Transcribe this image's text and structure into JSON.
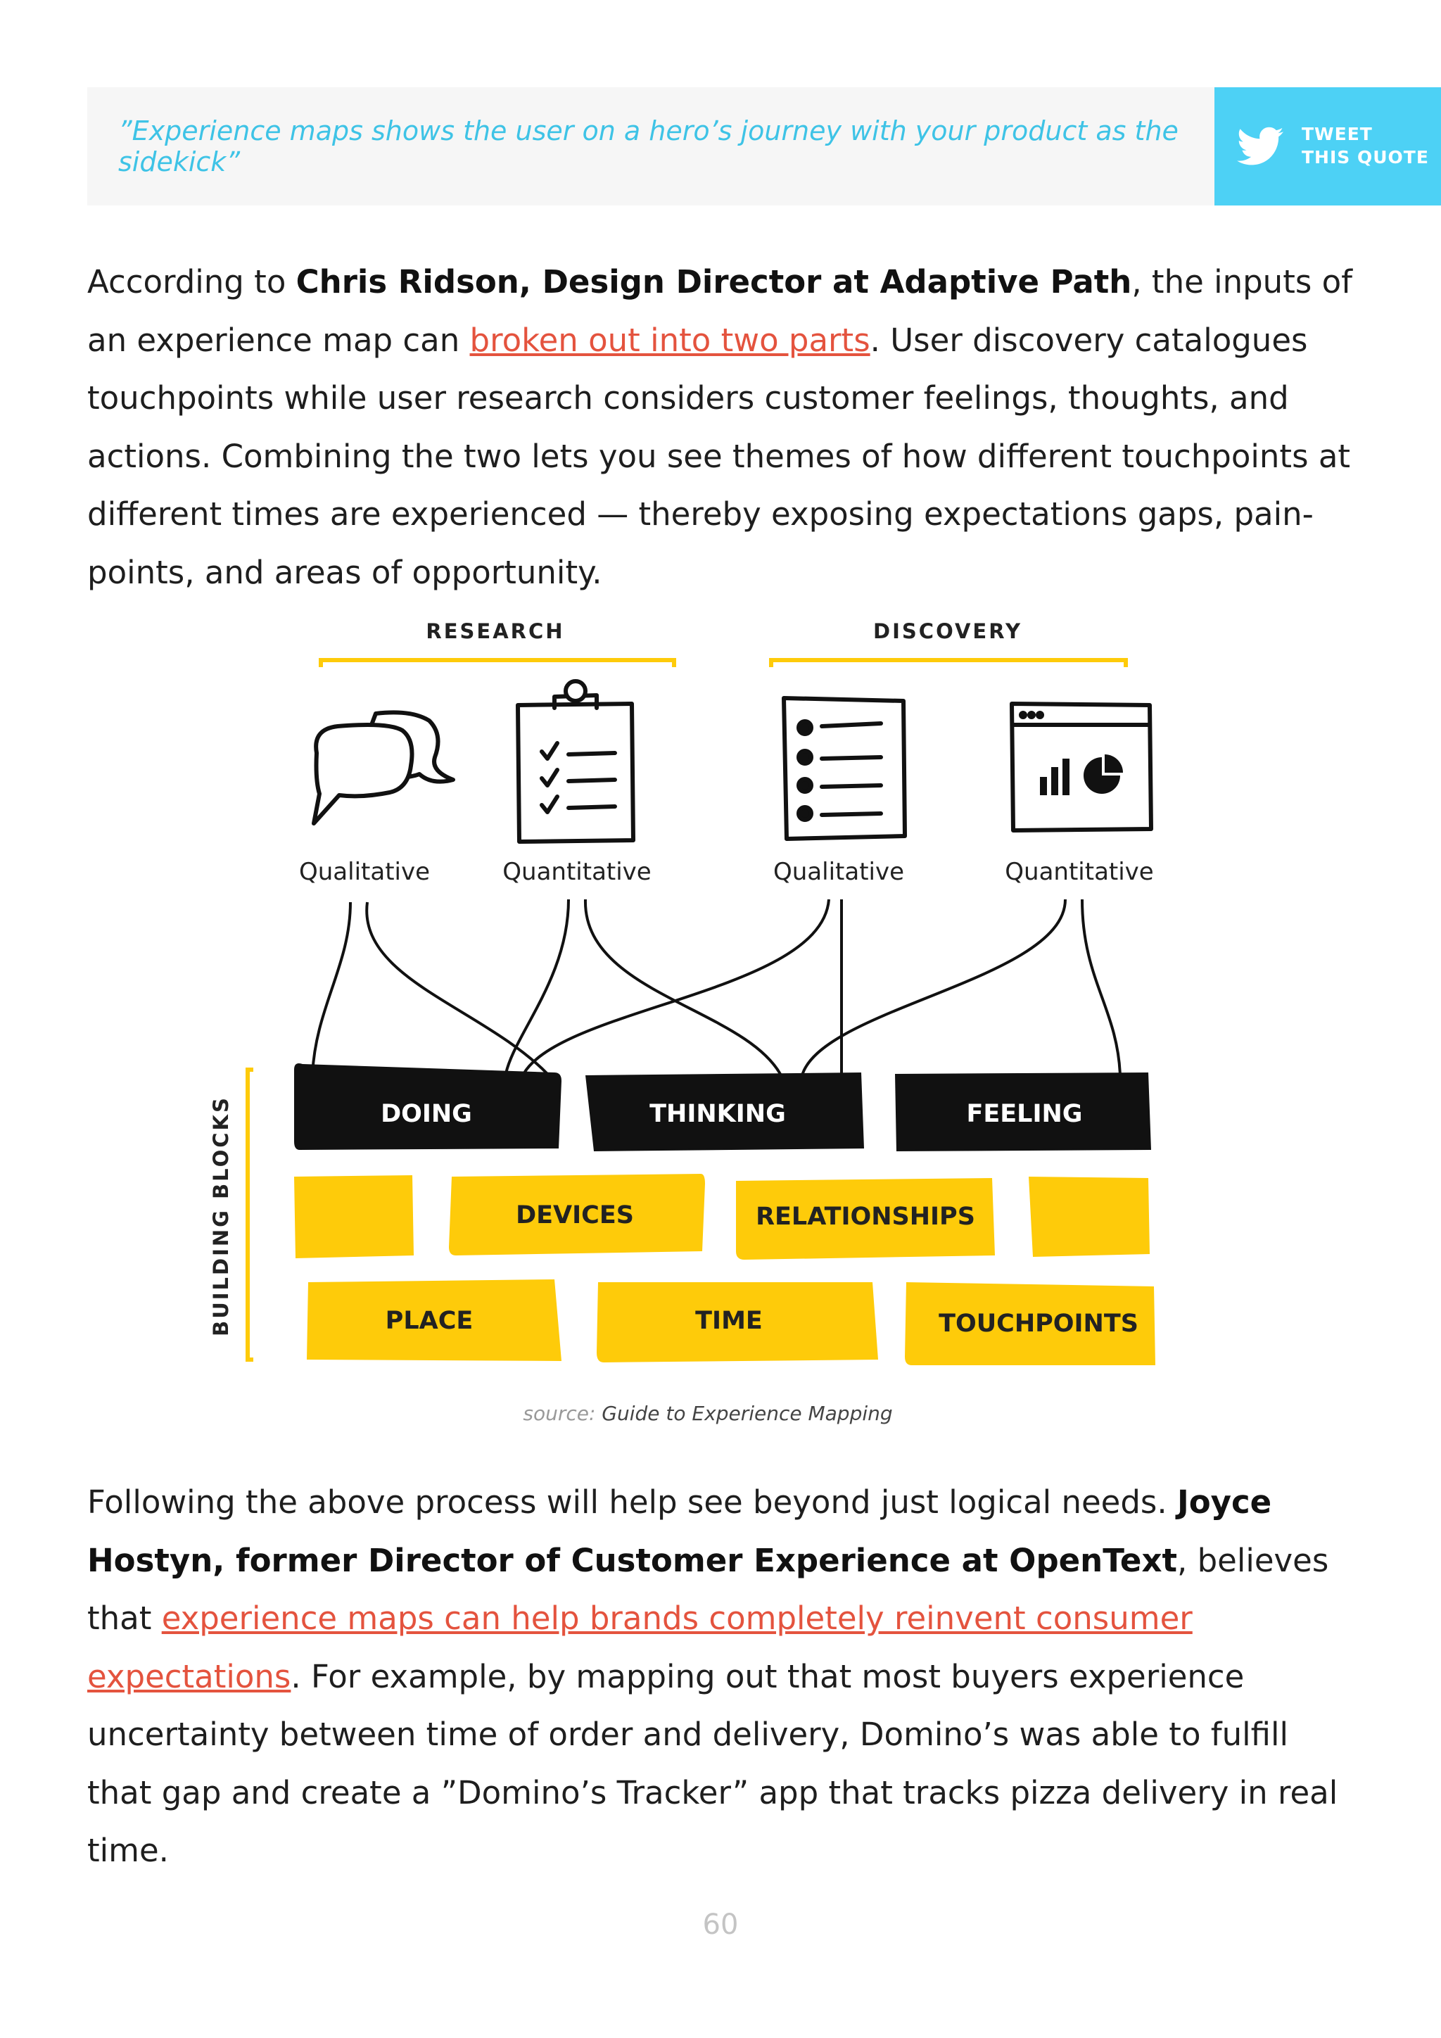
{
  "quote": {
    "text": "”Experience maps shows the user on a hero’s journey with your product as the sidekick”",
    "tweet_line1": "TWEET",
    "tweet_line2": "THIS QUOTE",
    "tweet_icon": "twitter-bird-icon",
    "accent_color": "#4dd1f5"
  },
  "paragraph1": {
    "t1": "According to ",
    "b1": "Chris Ridson, Design Director at Adaptive Path",
    "t2": ", the inputs of an experience map can ",
    "link1": "broken out into two parts",
    "t3": ". User discovery catalogues touchpoints while user research considers customer feelings, thoughts, and actions. Combining the two lets you see themes of how different touchpoints at different times are experienced — thereby exposing expectations gaps, pain-points, and areas of opportunity."
  },
  "figure": {
    "research_label": "RESEARCH",
    "discovery_label": "DISCOVERY",
    "icons": [
      {
        "icon": "speech-bubbles-icon",
        "label": "Qualitative"
      },
      {
        "icon": "clipboard-checklist-icon",
        "label": "Quantitative"
      },
      {
        "icon": "list-document-icon",
        "label": "Qualitative"
      },
      {
        "icon": "analytics-window-icon",
        "label": "Quantitative"
      }
    ],
    "side_label": "BUILDING BLOCKS",
    "row1": [
      "DOING",
      "THINKING",
      "FEELING"
    ],
    "row2": [
      "DEVICES",
      "RELATIONSHIPS"
    ],
    "row3": [
      "PLACE",
      "TIME",
      "TOUCHPOINTS"
    ],
    "accent_yellow": "#fecb0a",
    "block_black": "#111111",
    "caption_source": "source:",
    "caption_title": "Guide to Experience Mapping"
  },
  "paragraph2": {
    "t1": "Following the above process will help see beyond just logical needs. ",
    "b1": "Joyce Hostyn, former Director of Customer Experience at OpenText",
    "t2": ", believes that ",
    "link1": "experience maps can help brands completely reinvent consumer expectations",
    "t3": ". For example, by mapping out that most buyers experience uncertainty between time of order and delivery, Domino’s was able to fulfill that gap and create a ”Domino’s Tracker” app that tracks pizza delivery in real time."
  },
  "page_number": "60",
  "link_color": "#e4533e"
}
